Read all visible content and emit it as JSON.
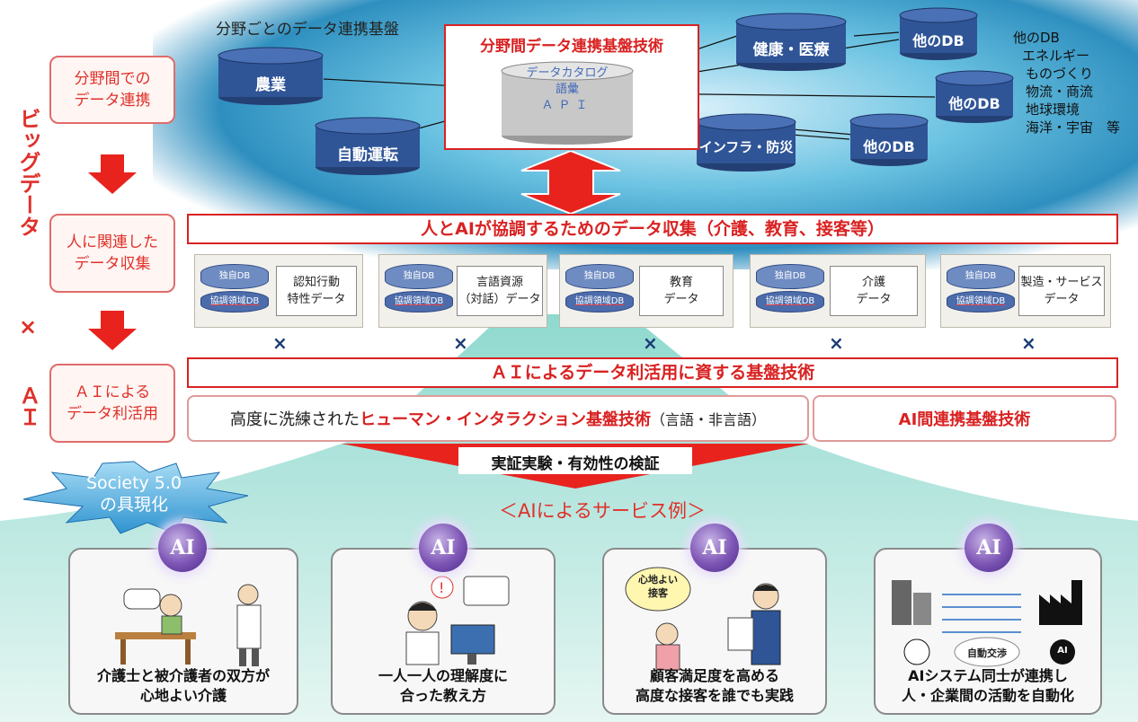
{
  "left_column": {
    "box1": "分野間での\nデータ連携",
    "box2": "人に関連した\nデータ収集",
    "box3": "ＡＩによる\nデータ利活用",
    "vertical_bigdata": "ビッグデータ",
    "times": "×",
    "vertical_ai": "ＡＩ"
  },
  "top": {
    "field_title": "分野ごとのデータ連携基盤",
    "center_title": "分野間データ連携基盤技術",
    "center_db_lines": [
      "データカタログ",
      "語彙",
      "ＡＰＩ"
    ],
    "databases": {
      "agriculture": "農業",
      "autonomous": "自動運転",
      "health": "健康・医療",
      "infra": "インフラ・防災",
      "other1": "他のDB",
      "other2": "他のDB",
      "other3": "他のDB"
    },
    "other_list": [
      "他のDB",
      "エネルギー",
      "ものづくり",
      "物流・商流",
      "地球環境",
      "海洋・宇宙　等"
    ]
  },
  "banner_collect": "人とAIが協調するためのデータ収集（介護、教育、接客等）",
  "cards": [
    {
      "db_top": "独自DB",
      "db_bottom": "協調領域DB",
      "text": "認知行動\n特性データ"
    },
    {
      "db_top": "独自DB",
      "db_bottom": "協調領域DB",
      "text": "言語資源\n（対話）データ"
    },
    {
      "db_top": "独自DB",
      "db_bottom": "協調領域DB",
      "text": "教育\nデータ"
    },
    {
      "db_top": "独自DB",
      "db_bottom": "協調領域DB",
      "text": "介護\nデータ"
    },
    {
      "db_top": "独自DB",
      "db_bottom": "協調領域DB",
      "text": "製造・サービス\nデータ"
    }
  ],
  "cross_mark": "×",
  "banner_ai": "ＡＩによるデータ利活用に資する基盤技術",
  "tech_left": {
    "prefix": "高度に洗練された",
    "highlight": "ヒューマン・インタラクション基盤技術",
    "suffix": "（言語・非言語）"
  },
  "tech_right": "AI間連携基盤技術",
  "verify": "実証実験・有効性の検証",
  "society": "Society 5.0\nの具現化",
  "service_title": "＜AIによるサービス例＞",
  "ai_badge": "AI",
  "services": [
    {
      "text": "介護士と被介護者の双方が\n心地よい介護"
    },
    {
      "text": "一人一人の理解度に\n合った教え方"
    },
    {
      "text": "顧客満足度を高める\n高度な接客を誰でも実践",
      "bubble": "心地よい\n接客"
    },
    {
      "text": "AIシステム同士が連携し\n人・企業間の活動を自動化",
      "bubble": "自動交渉",
      "ai_small": "AI"
    }
  ],
  "colors": {
    "accent_red": "#d92222",
    "db_blue": "#2f5597",
    "mountain": "#bfe8e0",
    "ai_purple": "#6a45a8"
  }
}
